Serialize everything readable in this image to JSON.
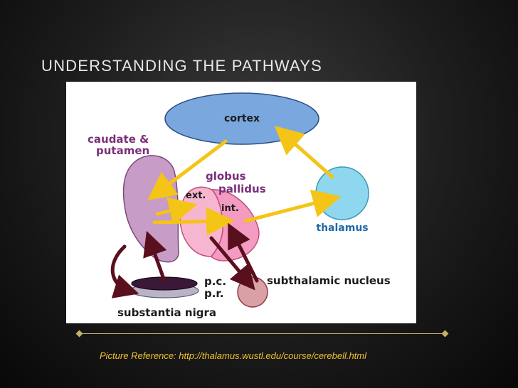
{
  "slide": {
    "title": "UNDERSTANDING THE PATHWAYS",
    "reference": "Picture Reference: http://thalamus.wustl.edu/course/cerebell.html"
  },
  "diagram": {
    "labels": {
      "cortex": "cortex",
      "caudate_line1": "caudate &",
      "caudate_line2": "putamen",
      "globus_line1": "globus",
      "globus_line2": "pallidus",
      "ext": "ext.",
      "int": "int.",
      "thalamus": "thalamus",
      "pc": "p.c.",
      "pr": "p.r.",
      "subthalamic": "subthalamic nucleus",
      "substantia": "substantia nigra"
    },
    "colors": {
      "cortex_fill": "#7aa7dd",
      "caudate_fill": "#c79cc6",
      "globus_ext_fill": "#f7b6cf",
      "globus_int_fill": "#f39bc0",
      "thalamus_fill": "#8fd7ee",
      "subthalamic_fill": "#d9a0a6",
      "nigra_pc_fill": "#3a1838",
      "nigra_pr_fill": "#b9b3c6",
      "label_purple": "#7a2f79",
      "label_blue": "#1f6aa8",
      "arrow_yellow": "#f4c416",
      "arrow_dark": "#5a0f1c"
    }
  }
}
